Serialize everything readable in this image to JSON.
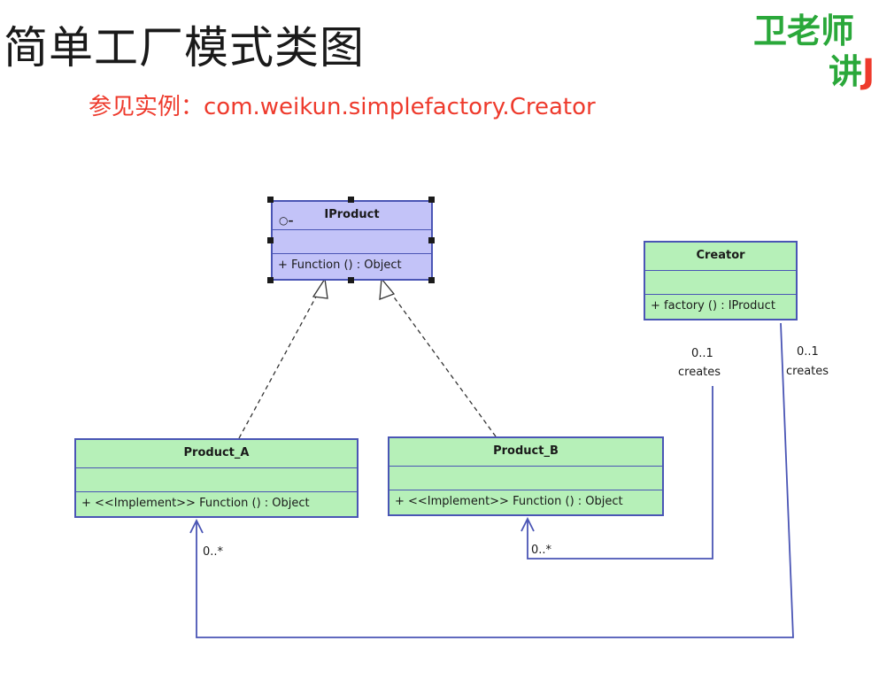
{
  "header": {
    "title": "简单工厂模式类图",
    "subtitle": "参见实例：com.weikun.simplefactory.Creator",
    "brand_line1": "卫老师",
    "brand_line2_a": "讲",
    "brand_line2_b": "J"
  },
  "diagram": {
    "iproduct": {
      "name": "IProduct",
      "operation": "+   Function ()   : Object",
      "interface_icon": "lollipop-icon"
    },
    "creator": {
      "name": "Creator",
      "operation": "+   factory ()   : IProduct"
    },
    "product_a": {
      "name": "Product_A",
      "operation": "+   <<Implement>>   Function ()   : Object"
    },
    "product_b": {
      "name": "Product_B",
      "operation": "+   <<Implement>>   Function ()   : Object"
    },
    "assoc_b": {
      "multiplicity_source": "0..1",
      "role": "creates",
      "multiplicity_target": "0..*"
    },
    "assoc_a": {
      "multiplicity_source": "0..1",
      "role": "creates",
      "multiplicity_target": "0..*"
    }
  },
  "colors": {
    "class_fill": "#b6f0b8",
    "interface_fill": "#c3c3f8",
    "border": "#4a55b5",
    "title_red": "#ee3a2c",
    "brand_green": "#2aa83a"
  }
}
